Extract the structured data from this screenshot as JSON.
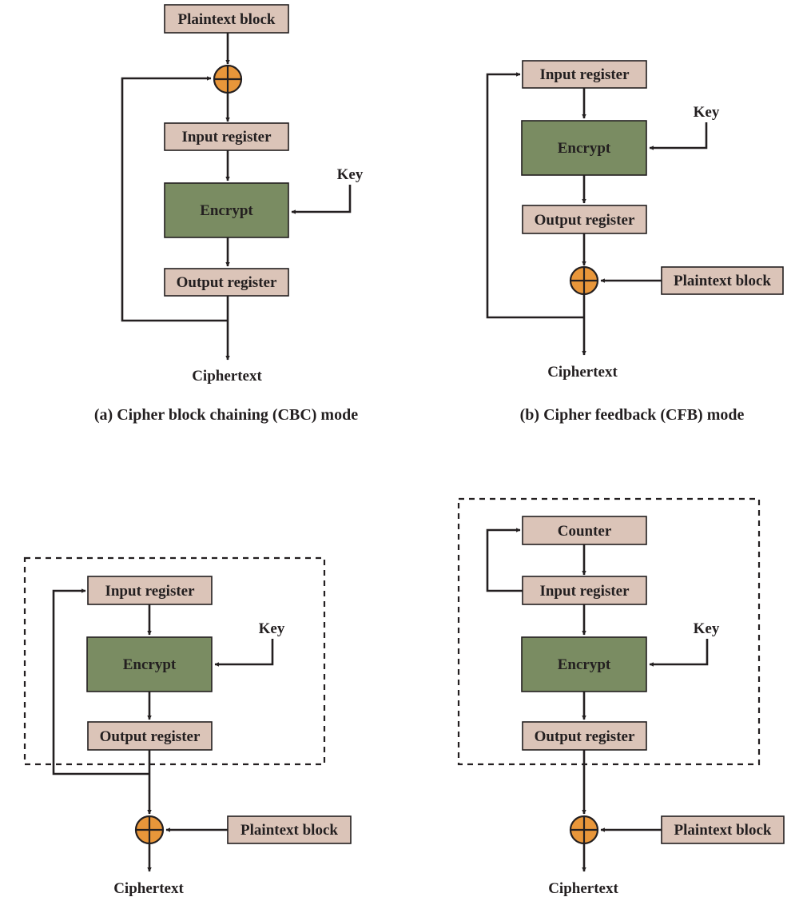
{
  "panel_a": {
    "plaintext": "Plaintext block",
    "input_register": "Input register",
    "encrypt": "Encrypt",
    "key": "Key",
    "output_register": "Output register",
    "ciphertext": "Ciphertext",
    "caption": "(a)  Cipher block chaining (CBC) mode"
  },
  "panel_b": {
    "input_register": "Input register",
    "encrypt": "Encrypt",
    "key": "Key",
    "output_register": "Output register",
    "plaintext": "Plaintext block",
    "ciphertext": "Ciphertext",
    "caption": "(b)  Cipher feedback (CFB) mode"
  },
  "panel_c": {
    "input_register": "Input register",
    "encrypt": "Encrypt",
    "key": "Key",
    "output_register": "Output register",
    "plaintext": "Plaintext block",
    "ciphertext": "Ciphertext"
  },
  "panel_d": {
    "counter": "Counter",
    "input_register": "Input register",
    "encrypt": "Encrypt",
    "key": "Key",
    "output_register": "Output register",
    "plaintext": "Plaintext block",
    "ciphertext": "Ciphertext"
  },
  "colors": {
    "register_fill": "#dbc4b8",
    "encrypt_fill": "#7a8c62",
    "xor_fill": "#e8963a",
    "line": "#231f20"
  }
}
